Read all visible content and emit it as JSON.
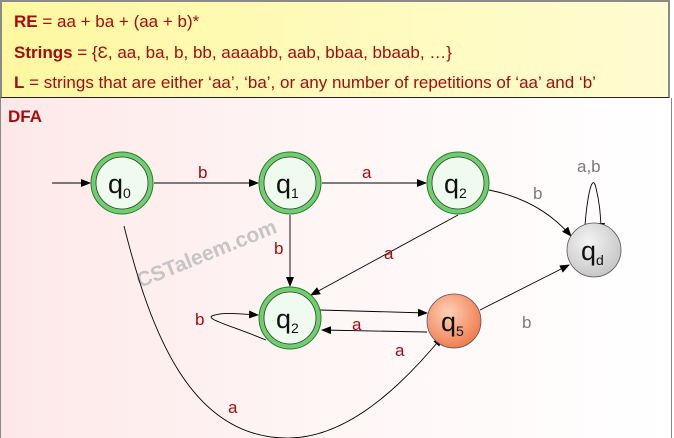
{
  "header": {
    "re_label": "RE",
    "re_value": " = aa + ba + (aa + b)*",
    "strings_label": "Strings",
    "strings_value": " = {Ɛ,  aa, ba, b, bb, aaaabb, aab, bbaa, bbaab, …}",
    "l_label": "L",
    "l_value": " = strings that are either ‘aa’, ‘ba’, or any number of repetitions of ‘aa’ and ‘b’"
  },
  "dfa": {
    "title": "DFA",
    "watermark": "CSTaleem.com",
    "states": [
      {
        "id": "q0",
        "base": "q",
        "sub": "0",
        "type": "accept",
        "color": "#7fd97f"
      },
      {
        "id": "q1",
        "base": "q",
        "sub": "1",
        "type": "accept",
        "color": "#7fd97f"
      },
      {
        "id": "q2",
        "base": "q",
        "sub": "2",
        "type": "accept",
        "color": "#7fd97f"
      },
      {
        "id": "q2b",
        "base": "q",
        "sub": "2",
        "type": "accept",
        "color": "#7fd97f"
      },
      {
        "id": "q5",
        "base": "q",
        "sub": "5",
        "type": "normal",
        "color": "#f08a60"
      },
      {
        "id": "qd",
        "base": "q",
        "sub": "d",
        "type": "dead",
        "color": "#d0d0d0"
      }
    ],
    "transitions": [
      {
        "from": "q0",
        "to": "q1",
        "label": "b"
      },
      {
        "from": "q1",
        "to": "q2",
        "label": "a"
      },
      {
        "from": "q2",
        "to": "qd",
        "label": "b"
      },
      {
        "from": "qd",
        "to": "qd",
        "label": "a,b"
      },
      {
        "from": "q1",
        "to": "q2b",
        "label": "b"
      },
      {
        "from": "q2",
        "to": "q2b",
        "label": "a"
      },
      {
        "from": "q2b",
        "to": "q5",
        "label": "a"
      },
      {
        "from": "q5",
        "to": "q2b",
        "label": "a"
      },
      {
        "from": "q2b",
        "to": "q2b",
        "label": "b"
      },
      {
        "from": "q5",
        "to": "qd",
        "label": "b"
      },
      {
        "from": "q0",
        "to": "q5",
        "label": "a"
      }
    ]
  }
}
